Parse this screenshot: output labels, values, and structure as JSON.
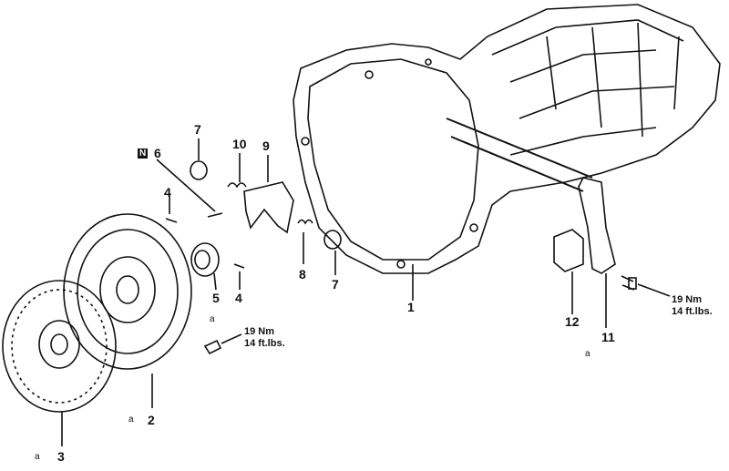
{
  "labels": {
    "p1": "1",
    "p2": "2",
    "p3": "3",
    "p4a": "4",
    "p4b": "4",
    "p5": "5",
    "p6": "6",
    "p7a": "7",
    "p7b": "7",
    "p8": "8",
    "p9": "9",
    "p10": "10",
    "p11": "11",
    "p12": "12",
    "new_marker": "N"
  },
  "annotations": {
    "a1": "a",
    "a2": "a",
    "a3": "a",
    "a4": "a"
  },
  "torque": [
    {
      "nm": "19 Nm",
      "ftlbs": "14 ft.lbs."
    },
    {
      "nm": "19 Nm",
      "ftlbs": "14 ft.lbs."
    }
  ]
}
